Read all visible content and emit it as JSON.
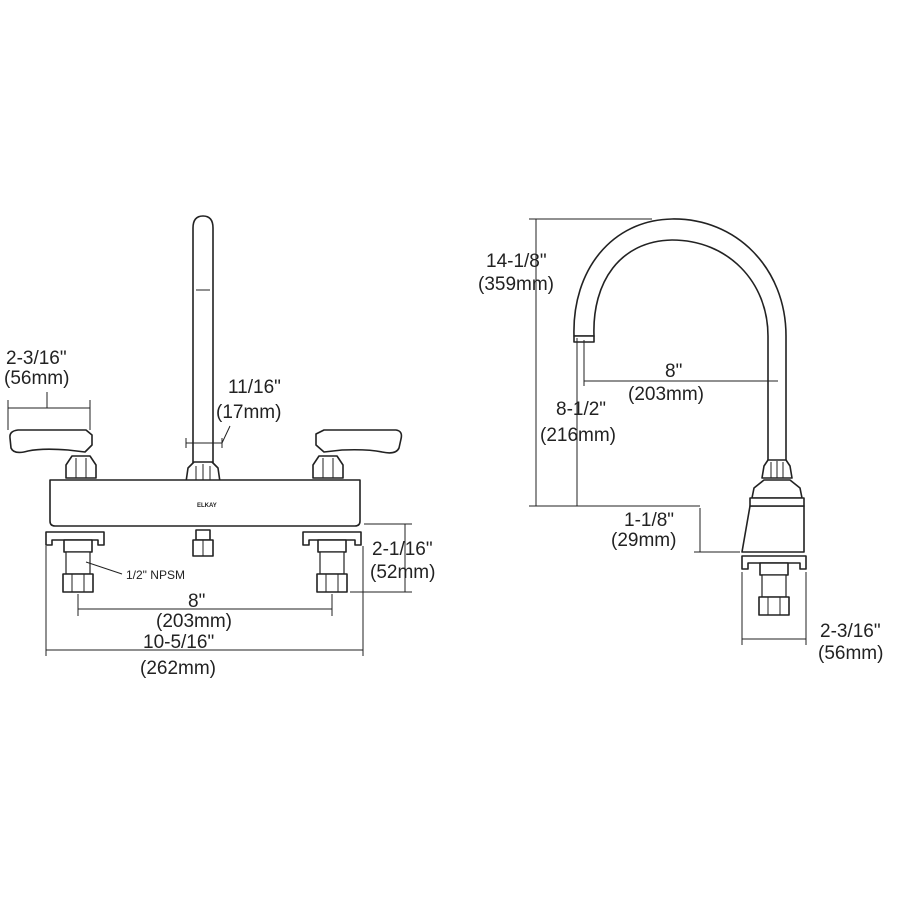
{
  "front_view": {
    "handle_width": {
      "in": "2-3/16\"",
      "mm": "(56mm)"
    },
    "spout_diameter": {
      "in": "11/16\"",
      "mm": "(17mm)"
    },
    "shank_height": {
      "in": "2-1/16\"",
      "mm": "(52mm)"
    },
    "thread_note": "1/2\" NPSM",
    "centers": {
      "in": "8\"",
      "mm": "(203mm)"
    },
    "overall_width": {
      "in": "10-5/16\"",
      "mm": "(262mm)"
    },
    "logo": "ELKAY"
  },
  "side_view": {
    "overall_height": {
      "in": "14-1/8\"",
      "mm": "(359mm)"
    },
    "spout_reach": {
      "in": "8\"",
      "mm": "(203mm)"
    },
    "spout_height": {
      "in": "8-1/2\"",
      "mm": "(216mm)"
    },
    "deck_height": {
      "in": "1-1/8\"",
      "mm": "(29mm)"
    },
    "base_depth": {
      "in": "2-3/16\"",
      "mm": "(56mm)"
    }
  }
}
